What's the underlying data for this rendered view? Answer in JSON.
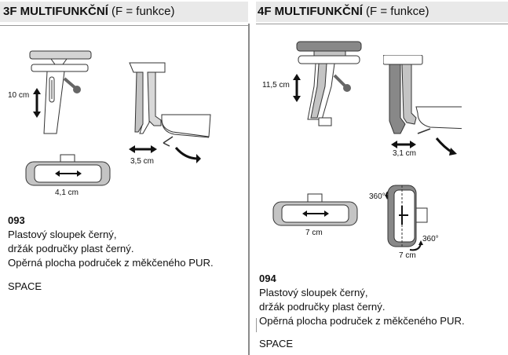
{
  "left": {
    "header_bold": "3F MULTIFUNKČNÍ",
    "header_rest": " (F = funkce)",
    "measures": {
      "height": "10 cm",
      "depth": "3,5 cm",
      "width": "4,1 cm"
    },
    "code": "093",
    "description": [
      "Plastový sloupek černý,",
      "držák područky plast černý.",
      "Opěrná plocha područek z měkčeného PUR."
    ],
    "model": "SPACE"
  },
  "right": {
    "header_bold": "4F MULTIFUNKČNÍ",
    "header_rest": " (F = funkce)",
    "measures": {
      "height": "11,5 cm",
      "depth": "3,1 cm",
      "width": "7 cm",
      "rotate_top": "360°",
      "rotate_bottom": "360°",
      "depth2": "7 cm"
    },
    "code": "094",
    "description": [
      "Plastový sloupek černý,",
      "držák područky plast černý.",
      "Opěrná plocha područek z měkčeného PUR."
    ],
    "model": "SPACE"
  },
  "colors": {
    "header_bg": "#e9e9e9",
    "divider": "#8a8a8a",
    "pad_grey": "#c4c4c4",
    "dark_grey": "#6a6a6a"
  }
}
